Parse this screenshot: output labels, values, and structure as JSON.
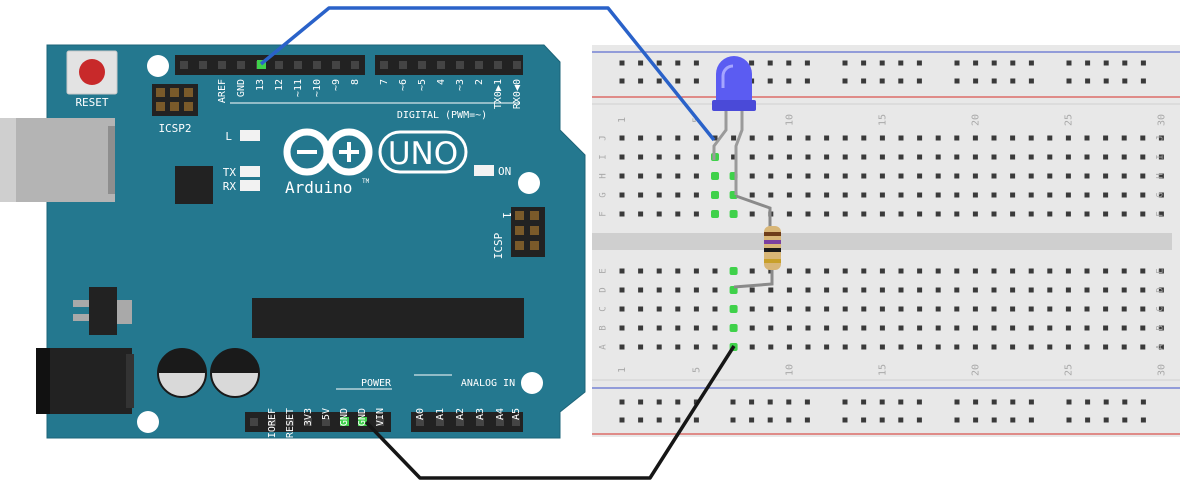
{
  "arduino": {
    "reset_label": "RESET",
    "icsp2_label": "ICSP2",
    "icsp_label": "ICSP",
    "icsp_pin1": "1",
    "aref_label": "AREF",
    "gnd_top_label": "GND",
    "digital_pins": [
      "13",
      "12",
      "~11",
      "~10",
      "~9",
      "8",
      "7",
      "~6",
      "~5",
      "4",
      "~3",
      "2",
      "TX0▶1",
      "RX0◀0"
    ],
    "digital_label": "DIGITAL (PWM=~)",
    "led_l": "L",
    "led_tx": "TX",
    "led_rx": "RX",
    "on_label": "ON",
    "uno_label": "UNO",
    "brand": "Arduino",
    "tm": "TM",
    "power_pins": [
      "IOREF",
      "RESET",
      "3V3",
      "5V",
      "GND",
      "GND",
      "VIN"
    ],
    "power_label": "POWER",
    "analog_pins": [
      "A0",
      "A1",
      "A2",
      "A3",
      "A4",
      "A5"
    ],
    "analog_label": "ANALOG IN"
  },
  "breadboard": {
    "col_numbers": [
      "1",
      "5",
      "10",
      "15",
      "20",
      "25",
      "30"
    ],
    "rows_top": [
      "J",
      "I",
      "H",
      "G",
      "F"
    ],
    "rows_bottom": [
      "E",
      "D",
      "C",
      "B",
      "A"
    ]
  },
  "colors": {
    "board": "#24788f",
    "wire_signal": "#2a62c9",
    "wire_ground": "#161616",
    "led": "#5b5cf2"
  }
}
